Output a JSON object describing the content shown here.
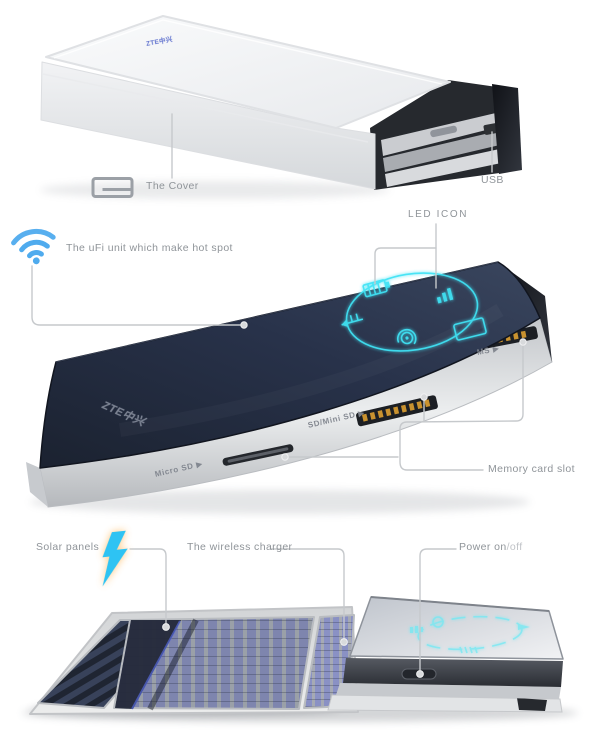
{
  "page": {
    "background": "#ffffff"
  },
  "colors": {
    "label_gray": "#8f9499",
    "leader_gray": "#c6c9cc",
    "led_cyan": "#3fe3f5",
    "wifi_blue": "#4fabee",
    "bolt_blue": "#2ec3f3",
    "brand_blue": "#4459c6"
  },
  "icons": {
    "wifi": "wifi-icon",
    "cover": "slide-cover-icon",
    "lightning": "lightning-bolt-icon",
    "led_ring": "led-status-ring"
  },
  "cover_section": {
    "cover_label": "The Cover",
    "usb_label": "USB",
    "top_logo": "ZTE中兴"
  },
  "ufi_section": {
    "hotspot_label": "The uFi unit which make hot spot",
    "led_label": "LED ICON",
    "memory_label": "Memory card slot",
    "device_logo": "ZTE中兴",
    "slot_labels": [
      {
        "text": "Micro SD ▶"
      },
      {
        "text": "SD/Mini SD ▶"
      },
      {
        "text": "MS ▶"
      }
    ]
  },
  "charger_section": {
    "solar_label": "Solar panels",
    "wireless_label": "The wireless charger",
    "power_label": "Power on",
    "power_label_suffix": "/off"
  }
}
